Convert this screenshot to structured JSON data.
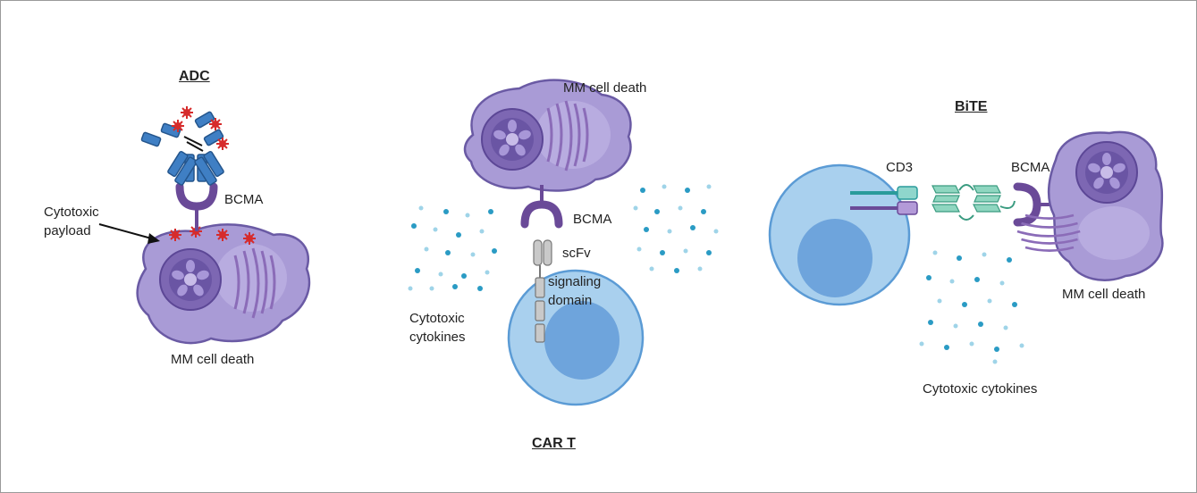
{
  "panels": {
    "adc": {
      "title": "ADC",
      "receptor_label": "BCMA",
      "payload_label_line1": "Cytotoxic",
      "payload_label_line2": "payload",
      "outcome_label": "MM cell death"
    },
    "cart": {
      "title": "CAR T",
      "outcome_label": "MM cell death",
      "receptor_label": "BCMA",
      "scfv_label": "scFv",
      "signaling_line1": "signaling",
      "signaling_line2": "domain",
      "cytokines_line1": "Cytotoxic",
      "cytokines_line2": "cytokines"
    },
    "bite": {
      "title": "BiTE",
      "cd3_label": "CD3",
      "receptor_label": "BCMA",
      "outcome_label": "MM cell death",
      "cytokines_label": "Cytotoxic cytokines"
    }
  },
  "colors": {
    "mm_cell_fill": "#a99bd6",
    "mm_cell_border": "#6a5aa4",
    "nucleus_fill": "#7d67b3",
    "t_cell_fill": "#a9d0ee",
    "t_cell_nucleus": "#6ea4dc",
    "antibody": "#3f7fc4",
    "payload": "#d62b2b",
    "bcma": "#6a4a98",
    "bite_linker": "#7fcfb8",
    "cytokine_dark": "#2a9bc4",
    "cytokine_light": "#9fd4e8"
  }
}
